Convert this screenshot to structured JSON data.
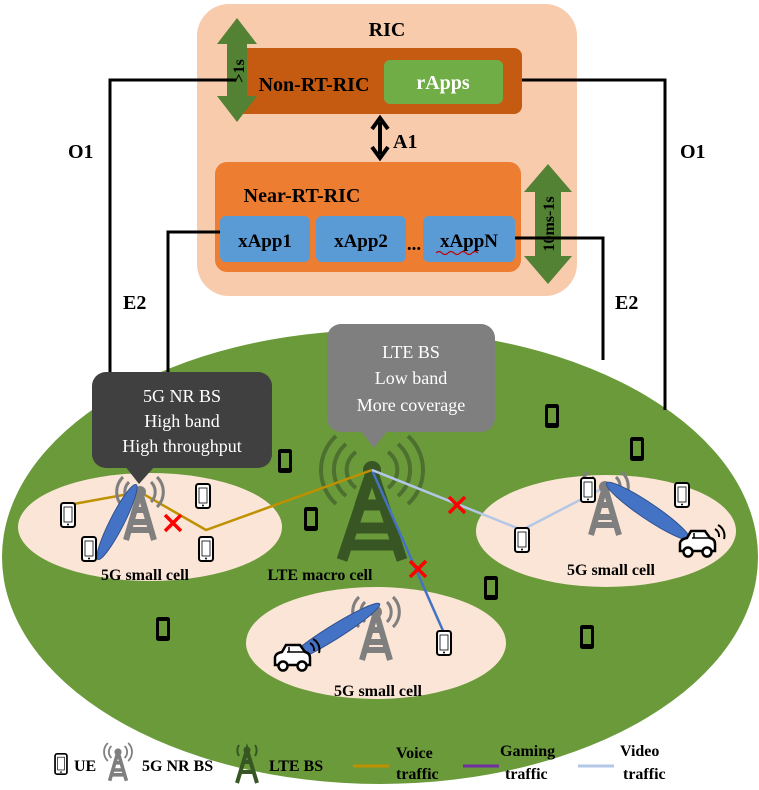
{
  "ric": {
    "title": "RIC",
    "non_rt_label": "Non-RT-RIC",
    "rapps_label": "rApps",
    "near_rt_label": "Near-RT-RIC",
    "xapps": [
      "xApp1",
      "xApp2",
      "xAppN"
    ],
    "ellipsis": "...",
    "a1_label": "A1",
    "gt1s_label": ">1s",
    "ms_label": "10ms-1s"
  },
  "interfaces": {
    "o1_left": "O1",
    "o1_right": "O1",
    "e2_left": "E2",
    "e2_right": "E2"
  },
  "callouts": {
    "nr_bs": [
      "5G NR BS",
      "High band",
      "High throughput"
    ],
    "lte_bs": [
      "LTE BS",
      "Low band",
      "More coverage"
    ]
  },
  "cells": {
    "left_small": "5G small cell",
    "right_small": "5G small cell",
    "bottom_small": "5G small cell",
    "macro": "LTE macro cell"
  },
  "legend": {
    "ue": "UE",
    "nr_bs": "5G NR BS",
    "lte_bs": "LTE BS",
    "voice": [
      "Voice",
      "traffic"
    ],
    "gaming": [
      "Gaming",
      "traffic"
    ],
    "video": [
      "Video",
      "traffic"
    ]
  },
  "colors": {
    "ric_bg": "#f8cbad",
    "non_rt": "#c55a11",
    "rapps": "#70ad47",
    "near_rt": "#ed7d31",
    "xapp": "#5b9bd5",
    "field": "#6a9a3a",
    "small_cell": "#fbe5d6",
    "nr_callout": "#404040",
    "lte_callout": "#7f7f7f",
    "lte_tower": "#375623",
    "nr_tower": "#7f7f7f",
    "beam": "#4472c4",
    "voice": "#bf9000",
    "gaming": "#7030a0",
    "video": "#b4c7e7",
    "blocked": "#ff0000"
  }
}
